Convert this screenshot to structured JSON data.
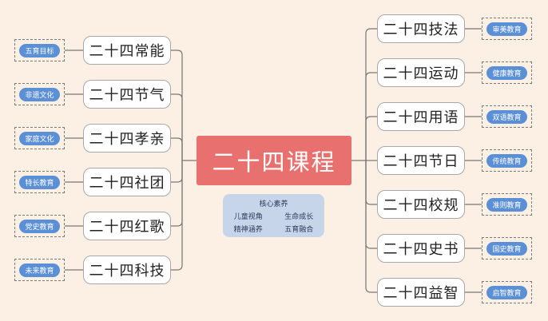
{
  "center": {
    "title": "二十四课程"
  },
  "left_branches": [
    {
      "label": "二十四常能",
      "tag": "五育目标"
    },
    {
      "label": "二十四节气",
      "tag": "非遗文化"
    },
    {
      "label": "二十四孝亲",
      "tag": "家庭文化"
    },
    {
      "label": "二十四社团",
      "tag": "特长教育"
    },
    {
      "label": "二十四红歌",
      "tag": "党史教育"
    },
    {
      "label": "二十四科技",
      "tag": "未来教育"
    }
  ],
  "right_branches": [
    {
      "label": "二十四技法",
      "tag": "审美教育"
    },
    {
      "label": "二十四运动",
      "tag": "健康教育"
    },
    {
      "label": "二十四用语",
      "tag": "双语教育"
    },
    {
      "label": "二十四节日",
      "tag": "传统教育"
    },
    {
      "label": "二十四校规",
      "tag": "准则教育"
    },
    {
      "label": "二十四史书",
      "tag": "国史教育"
    },
    {
      "label": "二十四益智",
      "tag": "启智教育"
    }
  ],
  "core_box": {
    "title": "核心素养",
    "items": [
      "儿童视角",
      "生命成长",
      "精神涵养",
      "五育融合"
    ]
  },
  "colors": {
    "background": "#fcefe3",
    "center_fill": "#e8706f",
    "tag_pill": "#5b8fd6",
    "core_box": "#c7d5ea"
  }
}
